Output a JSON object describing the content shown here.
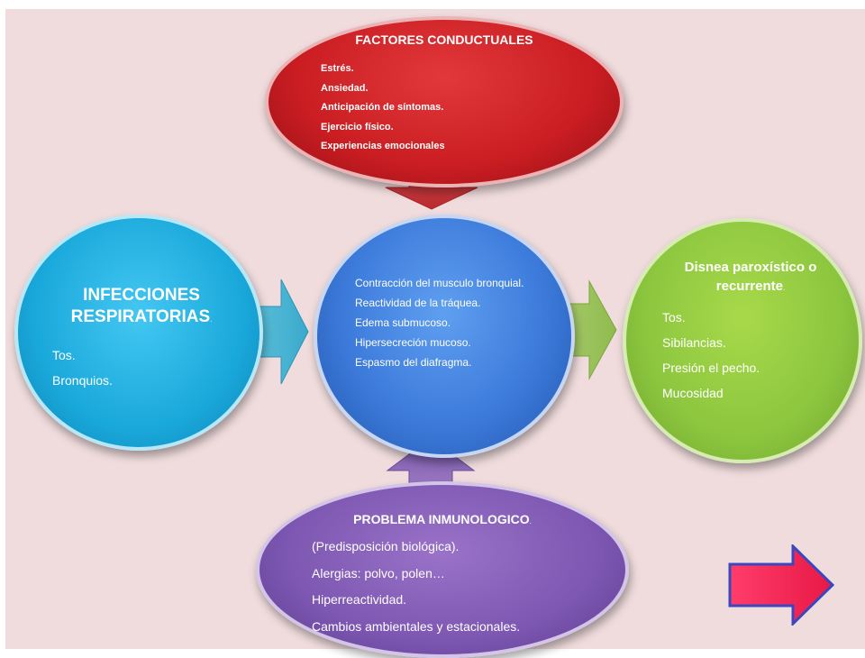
{
  "colors": {
    "background": "#f0dcdd",
    "top_node": "#c91d22",
    "center_node": "#3d7bdb",
    "left_node": "#1aa9db",
    "right_node": "#8cc63f",
    "bottom_node": "#7d57b1",
    "nav_arrow": "#f0204e"
  },
  "top_node": {
    "title": "FACTORES CONDUCTUALES",
    "items": [
      "Estrés.",
      "Ansiedad.",
      "Anticipación de síntomas.",
      "Ejercicio físico.",
      "Experiencias emocionales"
    ]
  },
  "center_node": {
    "items": [
      "Contracción del musculo bronquial.",
      "Reactividad de la tráquea.",
      "Edema submucoso.",
      "Hipersecreción mucoso.",
      "Espasmo del diafragma."
    ]
  },
  "left_node": {
    "title": "INFECCIONES RESPIRATORIAS",
    "title_suffix": ".",
    "items": [
      "Tos.",
      "Bronquios."
    ]
  },
  "right_node": {
    "title": "Disnea paroxístico o recurrente",
    "title_suffix": ".",
    "items": [
      "Tos.",
      "Sibilancias.",
      "Presión el  pecho.",
      "Mucosidad"
    ]
  },
  "bottom_node": {
    "title": "PROBLEMA INMUNOLOGICO",
    "title_suffix": ".",
    "items": [
      "(Predisposición biológica).",
      "Alergias: polvo, polen…",
      "Hiperreactividad.",
      "Cambios ambientales y estacionales."
    ]
  },
  "icons": {
    "top_connector": "arrow-down-icon",
    "left_connector": "arrow-right-icon",
    "right_connector": "arrow-right-icon",
    "bottom_connector": "arrow-up-icon",
    "nav": "next-slide-arrow-icon"
  }
}
